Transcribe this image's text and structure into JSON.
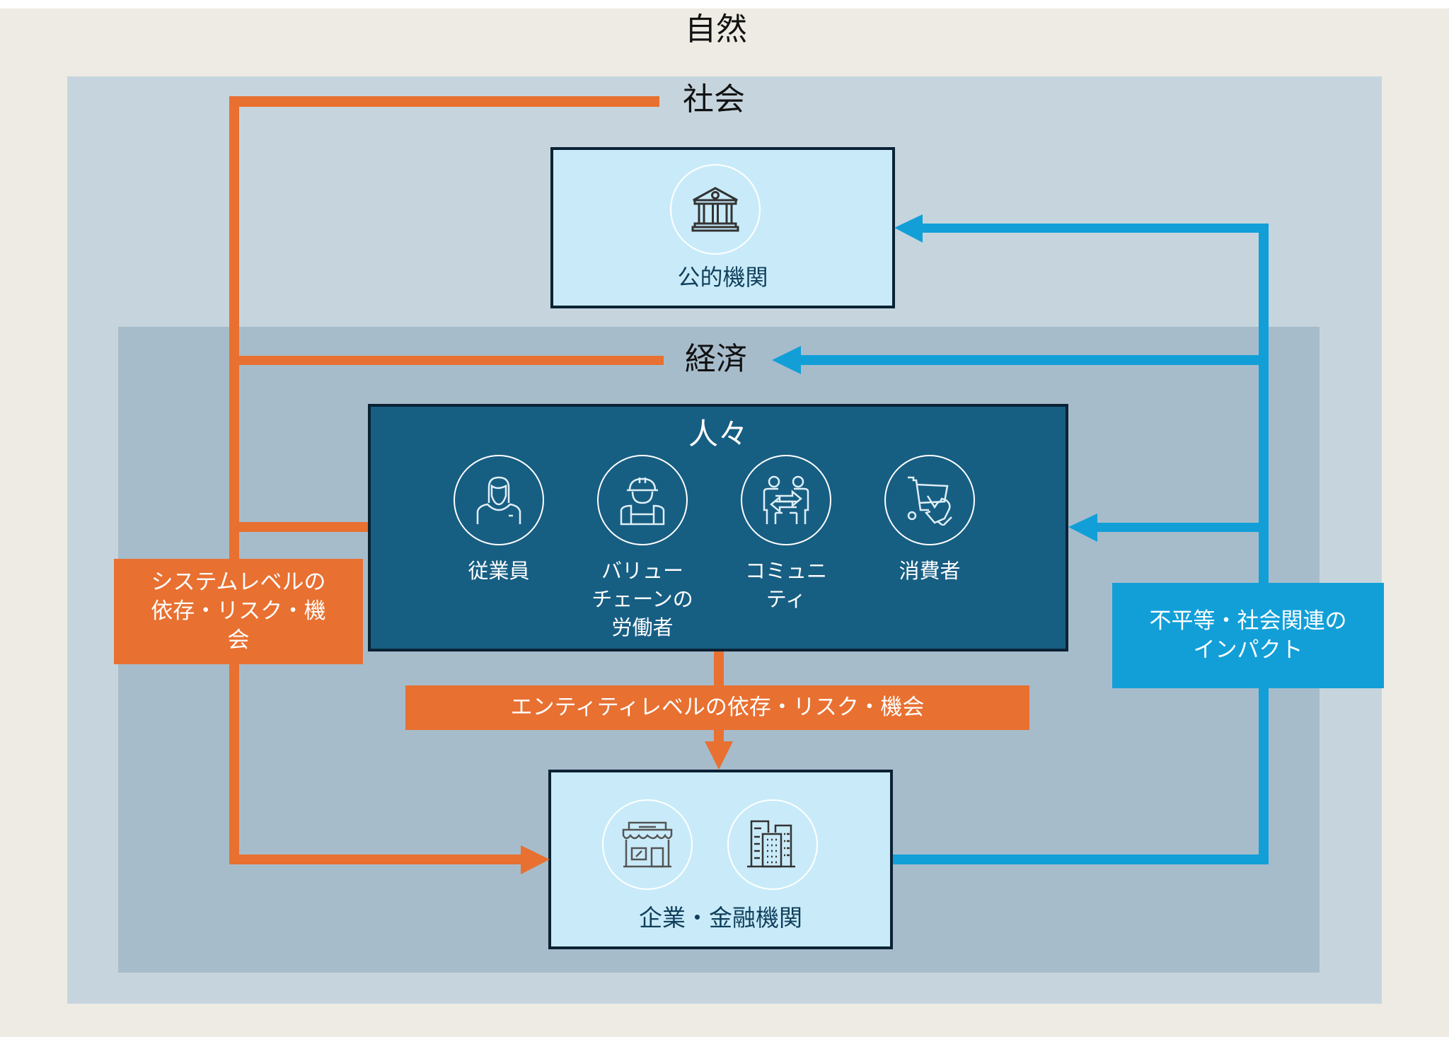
{
  "colors": {
    "nature_bg": "#eeebe4",
    "society_bg": "#c6d5dd",
    "economy_bg": "#a7bccb",
    "people_bg": "#175e83",
    "entity_box_bg": "#c9ebf9",
    "border": "#0b2235",
    "orange": "#e87031",
    "blue": "#129fd8"
  },
  "zones": {
    "nature": "自然",
    "society": "社会",
    "economy": "経済"
  },
  "public_institutions": {
    "label": "公的機関",
    "icon": "government-building-icon"
  },
  "people": {
    "title": "人々",
    "groups": [
      {
        "label_lines": [
          "従業員"
        ],
        "icon": "employee-icon"
      },
      {
        "label_lines": [
          "バリュー",
          "チェーンの",
          "労働者"
        ],
        "icon": "construction-worker-icon"
      },
      {
        "label_lines": [
          "コミュニ",
          "ティ"
        ],
        "icon": "community-exchange-icon"
      },
      {
        "label_lines": [
          "消費者"
        ],
        "icon": "shopping-cart-icon"
      }
    ]
  },
  "business": {
    "label": "企業・金融機関",
    "icons": [
      "storefront-icon",
      "office-buildings-icon"
    ]
  },
  "flows": {
    "system_level": {
      "lines": [
        "システムレベルの",
        "依存・リスク・機",
        "会"
      ]
    },
    "entity_level": "エンティティレベルの依存・リスク・機会",
    "impacts": {
      "lines": [
        "不平等・社会関連の",
        "インパクト"
      ]
    }
  }
}
